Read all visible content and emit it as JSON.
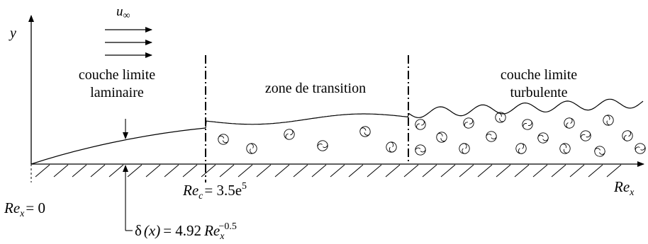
{
  "axes": {
    "y_label": "y",
    "x_label_main": "Re",
    "x_label_sub": "x"
  },
  "flow": {
    "symbol_main": "u",
    "symbol_sub": "∞"
  },
  "regions": {
    "laminar_line1": "couche limite",
    "laminar_line2": "laminaire",
    "transition": "zone de transition",
    "turbulent_line1": "couche limite",
    "turbulent_line2": "turbulente"
  },
  "labels": {
    "start": {
      "main": "Re",
      "sub": "x",
      "rest": "= 0"
    },
    "critical": {
      "main": "Re",
      "sub": "c",
      "value": "= 3.5e",
      "exp": "5"
    },
    "thickness": {
      "delta": "δ",
      "arg": "(x)",
      "eq": "= 4.92",
      "re": "Re",
      "sub": "x",
      "exp": "−0.5"
    }
  },
  "icon": "swirl-eddy-icon",
  "colors": {
    "ink": "#000000",
    "background": "#ffffff"
  }
}
